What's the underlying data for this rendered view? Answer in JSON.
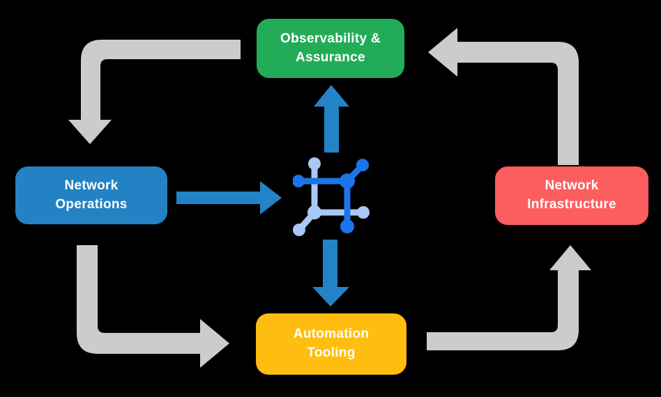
{
  "diagram": {
    "background": "#000000",
    "nodes": [
      {
        "id": "observability-assurance",
        "label": "Observability &\nAssurance",
        "color": "#23AC58"
      },
      {
        "id": "network-operations",
        "label": "Network\nOperations",
        "color": "#2382C4"
      },
      {
        "id": "network-infrastructure",
        "label": "Network\nInfrastructure",
        "color": "#FC5D5F"
      },
      {
        "id": "automation-tooling",
        "label": "Automation\nTooling",
        "color": "#FFBD10"
      }
    ],
    "center_icon": "network-mesh-icon",
    "colors": {
      "gray_arrow": "#CCCCCC",
      "blue_arrow": "#2284C6",
      "icon_dark": "#1B75E8",
      "icon_light": "#A9C8F5",
      "label_text": "#FFFFFF"
    },
    "flows": [
      {
        "from": "Observability & Assurance",
        "to": "Network Operations",
        "style": "gray"
      },
      {
        "from": "Network Infrastructure",
        "to": "Observability & Assurance",
        "style": "gray"
      },
      {
        "from": "Network Operations",
        "to": "Automation Tooling",
        "style": "gray"
      },
      {
        "from": "Automation Tooling",
        "to": "Network Infrastructure",
        "style": "gray"
      },
      {
        "from": "Network Operations",
        "to": "center-icon",
        "style": "blue"
      },
      {
        "from": "center-icon",
        "to": "Observability & Assurance",
        "style": "blue"
      },
      {
        "from": "center-icon",
        "to": "Automation Tooling",
        "style": "blue"
      }
    ]
  }
}
